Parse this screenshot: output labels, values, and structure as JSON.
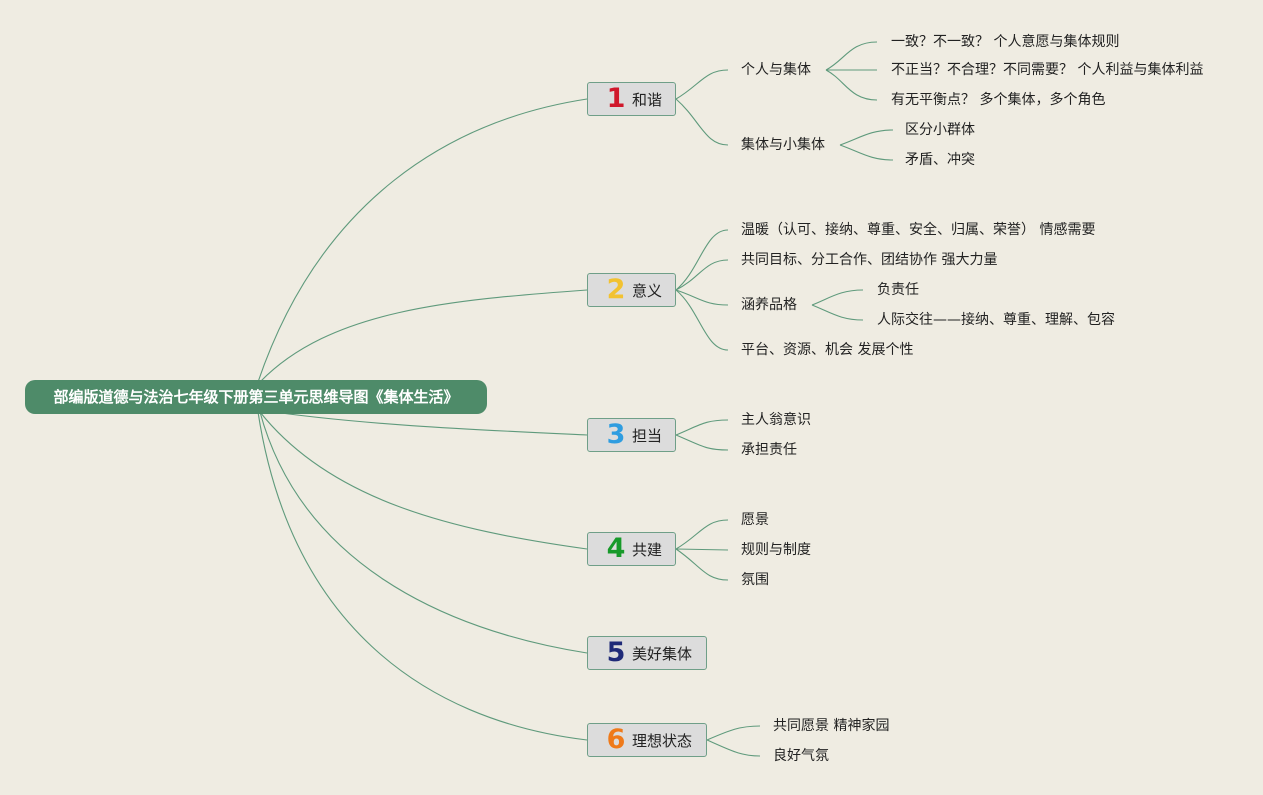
{
  "root": {
    "title": "部编版道德与法治七年级下册第三单元思维导图《集体生活》"
  },
  "branches": [
    {
      "number": "1",
      "number_color": "#d0182b",
      "label": "和谐",
      "children": [
        {
          "label": "个人与集体",
          "children": [
            "一致？不一致？ 个人意愿与集体规则",
            "不正当？不合理？不同需要？ 个人利益与集体利益",
            "有无平衡点？ 多个集体，多个角色"
          ]
        },
        {
          "label": "集体与小集体",
          "children": [
            "区分小群体",
            "矛盾、冲突"
          ]
        }
      ]
    },
    {
      "number": "2",
      "number_color": "#f2c230",
      "label": "意义",
      "children": [
        {
          "label": "温暖（认可、接纳、尊重、安全、归属、荣誉） 情感需要"
        },
        {
          "label": "共同目标、分工合作、团结协作 强大力量"
        },
        {
          "label": "涵养品格",
          "children": [
            "负责任",
            "人际交往——接纳、尊重、理解、包容"
          ]
        },
        {
          "label": "平台、资源、机会 发展个性"
        }
      ]
    },
    {
      "number": "3",
      "number_color": "#2f9de0",
      "label": "担当",
      "children": [
        {
          "label": "主人翁意识"
        },
        {
          "label": "承担责任"
        }
      ]
    },
    {
      "number": "4",
      "number_color": "#179a2a",
      "label": "共建",
      "children": [
        {
          "label": "愿景"
        },
        {
          "label": "规则与制度"
        },
        {
          "label": "氛围"
        }
      ]
    },
    {
      "number": "5",
      "number_color": "#1f2a78",
      "label": "美好集体",
      "children": []
    },
    {
      "number": "6",
      "number_color": "#ef7a1a",
      "label": "理想状态",
      "children": [
        {
          "label": "共同愿景 精神家园"
        },
        {
          "label": "良好气氛"
        }
      ]
    }
  ]
}
